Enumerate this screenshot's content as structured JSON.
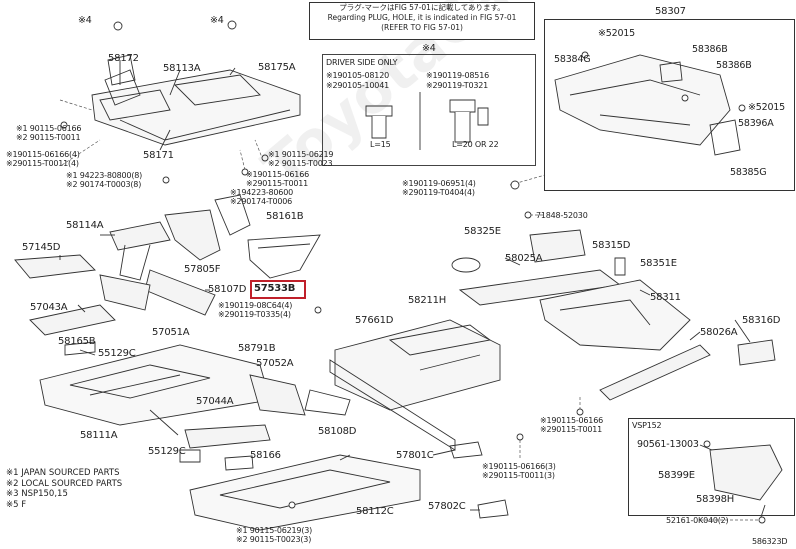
{
  "note_box": {
    "line1": "プラグ-マークはFIG 57-01に記載してあります。",
    "line2": "Regarding PLUG, HOLE, it is indicated in FIG 57-01",
    "line3": "(REFER TO FIG 57-01)"
  },
  "driver_box": {
    "star_label": "※4",
    "title": "DRIVER SIDE ONLY",
    "left_1": "※190105-08120",
    "left_2": "※290105-10041",
    "right_1": "※190119-08516",
    "right_2": "※290119-T0321",
    "left_len": "L=15",
    "right_len": "L=20 OR 22"
  },
  "highlighted_part": "57533B",
  "parts": {
    "p58307": "58307",
    "p52015a": "※52015",
    "p58384G": "58384G",
    "p58386B_1": "58386B",
    "p58386B_2": "58386B",
    "p52015b": "※52015",
    "p58396A": "58396A",
    "p58385G": "58385G",
    "p58172": "58172",
    "p58113A": "58113A",
    "p58175A": "58175A",
    "star4a": "※4",
    "star4b": "※4",
    "p90115_06166": "※1 90115-06166",
    "p90115_T0011": "※2 90115-T0011",
    "p190115_06166_4": "※190115-06166(4)",
    "p290115_T0011_4": "※290115-T0011(4)",
    "p194223_80800": "※1 94223-80800(8)",
    "p290174_T0003": "※2 90174-T0003(8)",
    "p58171": "58171",
    "p90115_06219": "※1 90115-06219",
    "p90115_T0023": "※2 90115-T0023",
    "p190115_06166b": "※190115-06166",
    "p290115_T0011b": "※290115-T0011",
    "p194223_80600": "※194223-80600",
    "p290174_T0006": "※290174-T0006",
    "p58161B": "58161B",
    "p58114A": "58114A",
    "p57145D": "57145D",
    "p57805F": "57805F",
    "p58107D": "58107D",
    "p190119_08C64": "※190119-08C64(4)",
    "p290119_T0335": "※290119-T0335(4)",
    "p57043A": "57043A",
    "p57051A": "57051A",
    "p58165B": "58165B",
    "p55129C": "55129C",
    "p58791B": "58791B",
    "p57052A": "57052A",
    "p58111A": "58111A",
    "p57044A": "57044A",
    "p58108D": "58108D",
    "p55129Cb": "55129C",
    "p58166": "58166",
    "p57661D": "57661D",
    "p58211H": "58211H",
    "p58325E": "58325E",
    "p71848": "71848-52030",
    "p190119_06951": "※190119-06951(4)",
    "p290119_T0404": "※290119-T0404(4)",
    "p58315D": "58315D",
    "p58025A": "58025A",
    "p58351E": "58351E",
    "p58311": "58311",
    "p58026A": "58026A",
    "p58316D": "58316D",
    "p190115_06166c": "※190115-06166",
    "p290115_T0011c": "※290115-T0011",
    "p57801C": "57801C",
    "p190115_06166_3": "※190115-06166(3)",
    "p290115_T0011_3": "※290115-T0011(3)",
    "p58112C": "58112C",
    "p57802C": "57802C",
    "p190115_06219_3": "※1 90115-06219(3)",
    "p290115_T0023_3": "※2 90115-T0023(3)",
    "vsp": "VSP152",
    "p90561": "90561-13003",
    "p58399E": "58399E",
    "p58398H": "58398H",
    "p52161": "52161-0K040(2)"
  },
  "legend": {
    "l1": "※1 JAPAN SOURCED PARTS",
    "l2": "※2 LOCAL SOURCED PARTS",
    "l3": "※3 NSP150,15",
    "l4": "※5 F"
  },
  "figure_id": "586323D",
  "watermark": "ToyotaCarMarket"
}
